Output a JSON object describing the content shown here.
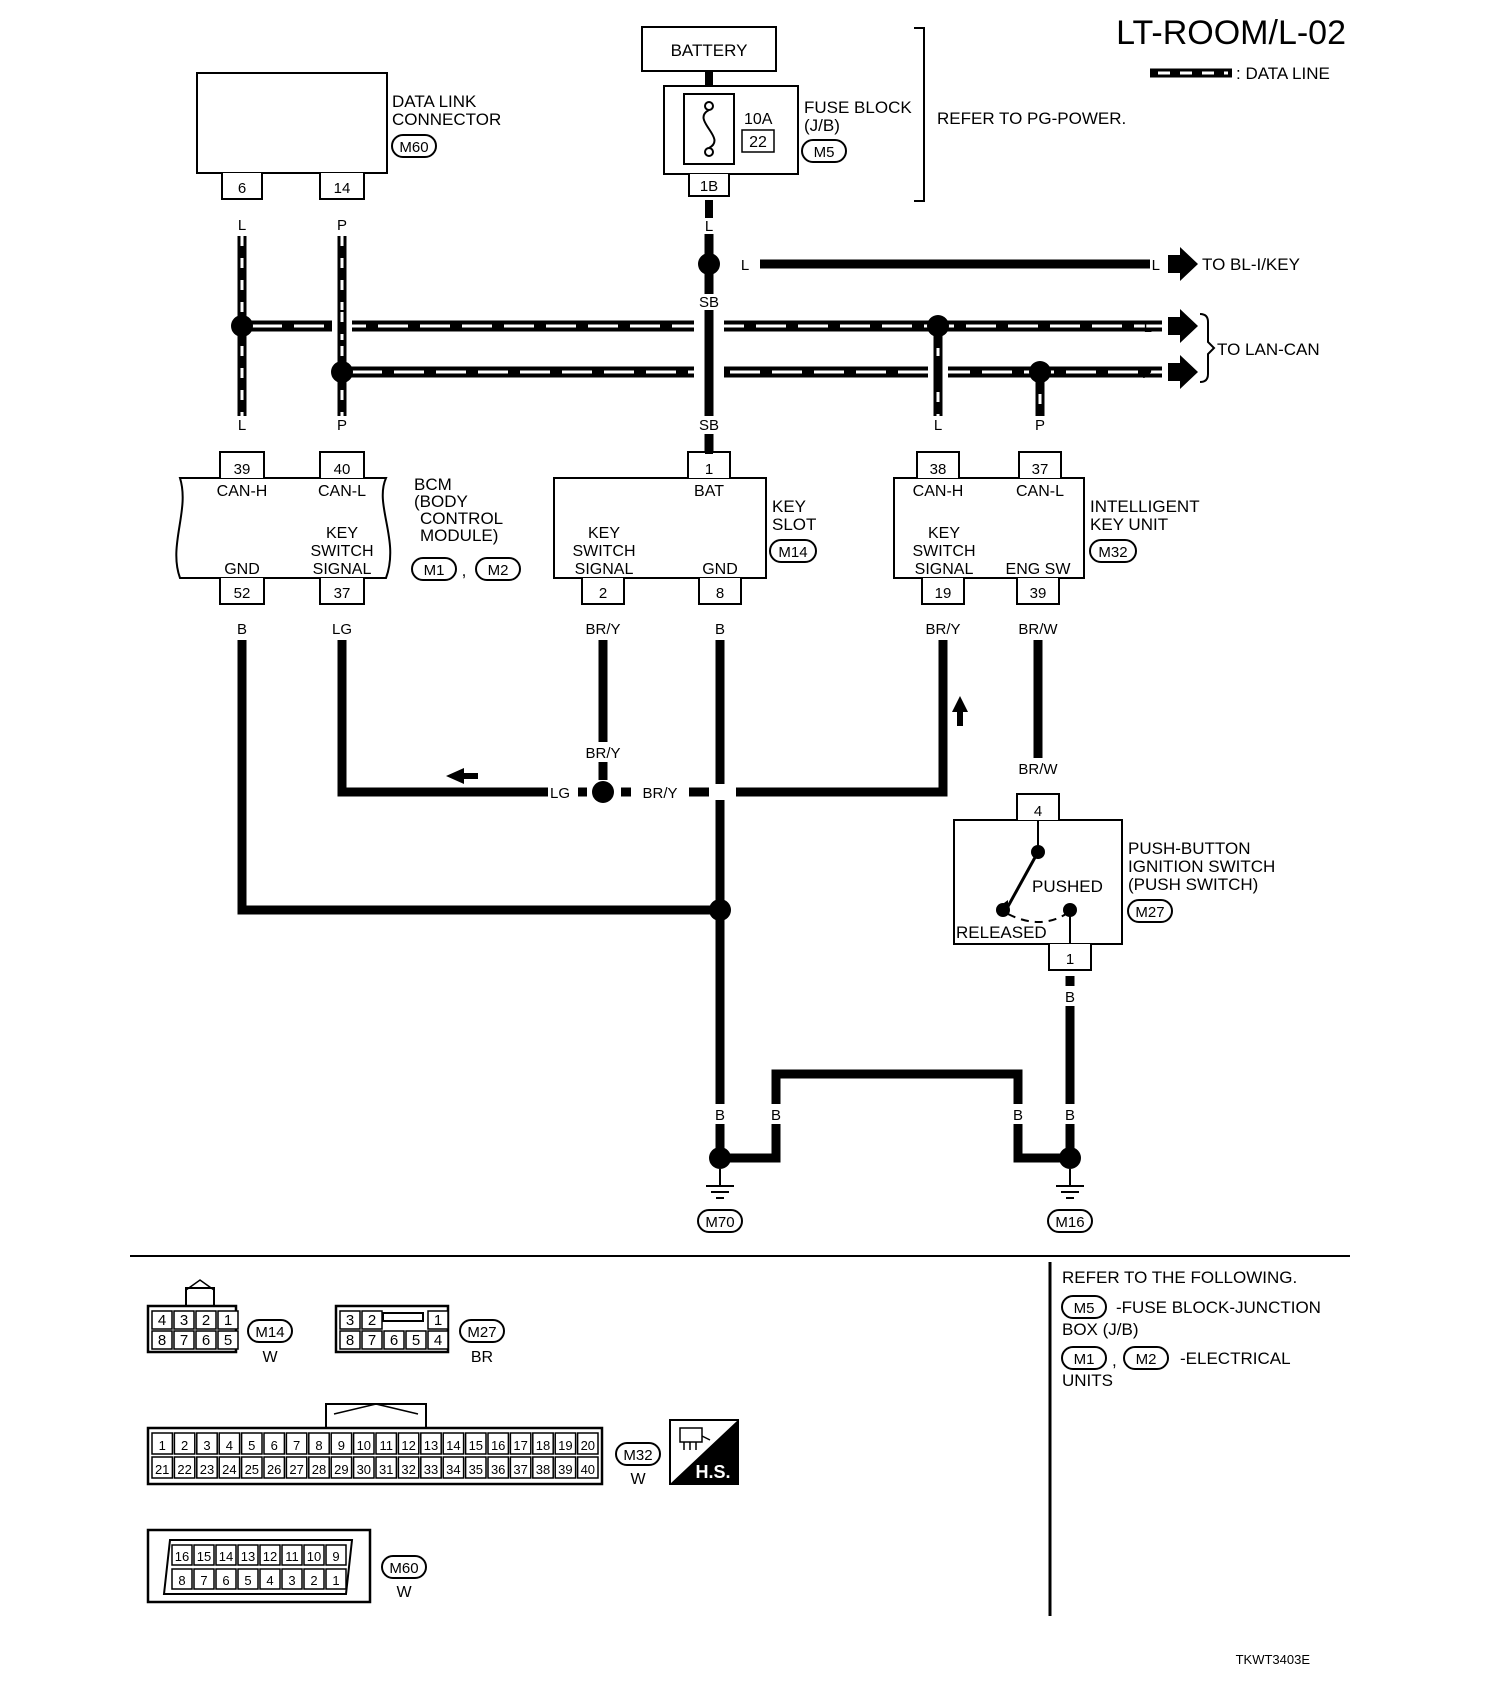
{
  "header": {
    "title": "LT-ROOM/L-02",
    "data_line_legend": ": DATA LINE"
  },
  "battery": {
    "label": "BATTERY"
  },
  "fuse": {
    "rating": "10A",
    "number": "22",
    "name_line1": "FUSE BLOCK",
    "name_line2": "(J/B)",
    "connector": "M5",
    "terminal": "1B"
  },
  "refer_power": "REFER TO PG-POWER.",
  "dlc": {
    "name_line1": "DATA LINK",
    "name_line2": "CONNECTOR",
    "connector": "M60",
    "pin1": "6",
    "pin2": "14"
  },
  "wires": {
    "l": "L",
    "p": "P",
    "sb": "SB",
    "b": "B",
    "lg": "LG",
    "bry": "BR/Y",
    "brw": "BR/W"
  },
  "to_bl": "TO BL-I/KEY",
  "to_lan": "TO LAN-CAN",
  "bcm": {
    "name_line1": "BCM",
    "name_line2": "(BODY",
    "name_line3": "CONTROL",
    "name_line4": "MODULE)",
    "conn1": "M1",
    "conn2": "M2",
    "pin_canh": "39",
    "pin_canl": "40",
    "pin_gnd": "52",
    "pin_ks": "37",
    "lbl_canh": "CAN-H",
    "lbl_canl": "CAN-L",
    "lbl_gnd": "GND",
    "lbl_ks1": "KEY",
    "lbl_ks2": "SWITCH",
    "lbl_ks3": "SIGNAL"
  },
  "keyslot": {
    "name_line1": "KEY",
    "name_line2": "SLOT",
    "connector": "M14",
    "pin_bat": "1",
    "pin_ks": "2",
    "pin_gnd": "8",
    "lbl_bat": "BAT",
    "lbl_gnd": "GND",
    "lbl_ks1": "KEY",
    "lbl_ks2": "SWITCH",
    "lbl_ks3": "SIGNAL"
  },
  "iku": {
    "name_line1": "INTELLIGENT",
    "name_line2": "KEY UNIT",
    "connector": "M32",
    "pin_canh": "38",
    "pin_canl": "37",
    "pin_ks": "19",
    "pin_eng": "39",
    "lbl_canh": "CAN-H",
    "lbl_canl": "CAN-L",
    "lbl_eng": "ENG SW",
    "lbl_ks1": "KEY",
    "lbl_ks2": "SWITCH",
    "lbl_ks3": "SIGNAL"
  },
  "pushsw": {
    "name_line1": "PUSH-BUTTON",
    "name_line2": "IGNITION SWITCH",
    "name_line3": "(PUSH SWITCH)",
    "connector": "M27",
    "pin_top": "4",
    "pin_bot": "1",
    "pushed": "PUSHED",
    "released": "RELEASED"
  },
  "grounds": {
    "g1": "M70",
    "g2": "M16"
  },
  "refer": {
    "heading": "REFER TO THE FOLLOWING.",
    "m5": "M5",
    "m5_text1": "-FUSE BLOCK-JUNCTION",
    "m5_text2": "BOX (J/B)",
    "m1": "M1",
    "m2": "M2",
    "m12_text1": "-ELECTRICAL",
    "m12_text2": "UNITS",
    "comma": ","
  },
  "connectors": {
    "m14": {
      "name": "M14",
      "color": "W",
      "top": [
        "4",
        "3",
        "2",
        "1"
      ],
      "bottom": [
        "8",
        "7",
        "6",
        "5"
      ]
    },
    "m27": {
      "name": "M27",
      "color": "BR",
      "top": [
        "3",
        "2",
        "1"
      ],
      "bottom": [
        "8",
        "7",
        "6",
        "5",
        "4"
      ]
    },
    "m32": {
      "name": "M32",
      "color": "W",
      "top": [
        "1",
        "2",
        "3",
        "4",
        "5",
        "6",
        "7",
        "8",
        "9",
        "10",
        "11",
        "12",
        "13",
        "14",
        "15",
        "16",
        "17",
        "18",
        "19",
        "20"
      ],
      "bottom": [
        "21",
        "22",
        "23",
        "24",
        "25",
        "26",
        "27",
        "28",
        "29",
        "30",
        "31",
        "32",
        "33",
        "34",
        "35",
        "36",
        "37",
        "38",
        "39",
        "40"
      ]
    },
    "m60": {
      "name": "M60",
      "color": "W",
      "top": [
        "16",
        "15",
        "14",
        "13",
        "12",
        "11",
        "10",
        "9"
      ],
      "bottom": [
        "8",
        "7",
        "6",
        "5",
        "4",
        "3",
        "2",
        "1"
      ]
    }
  },
  "hs_label": "H.S.",
  "code": "TKWT3403E"
}
